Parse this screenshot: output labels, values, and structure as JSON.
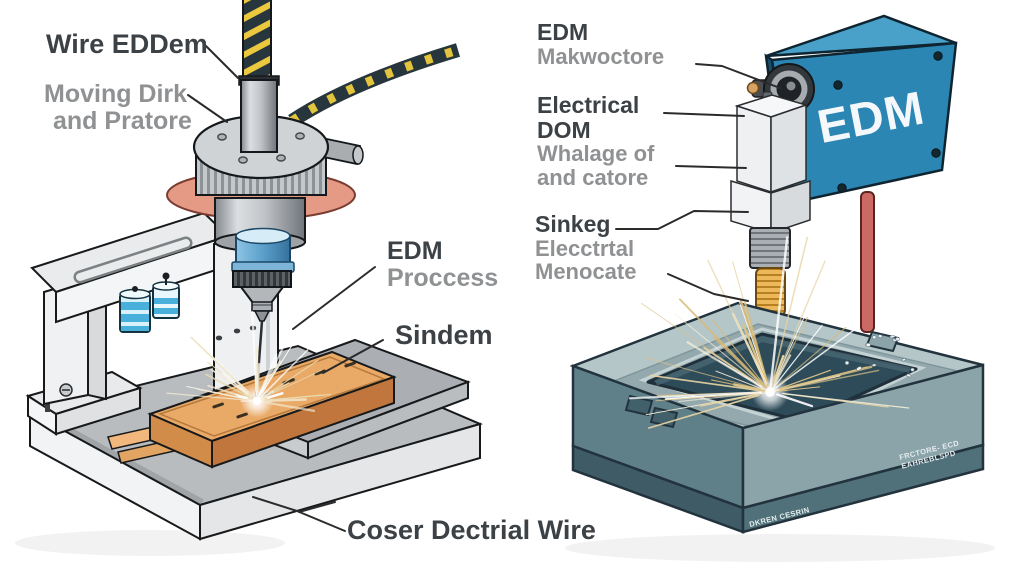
{
  "left": {
    "label_wire": "Wire EDDem",
    "label_moving_1": "Moving Dirk",
    "label_moving_2": "and Pratore",
    "label_process_title": "EDM",
    "label_process_sub": "Proccess",
    "label_sindem": "Sindem",
    "label_bottom": "Coser Dectrial Wire"
  },
  "right": {
    "label_machine_title": "EDM",
    "label_machine_sub": "Makwoctore",
    "label_electrical_1": "Electrical",
    "label_electrical_2": "DOM",
    "label_electrical_sub1": "Whalage of",
    "label_electrical_sub2": "and catore",
    "label_sinker_title": "Sinkeg",
    "label_sinker_sub1": "Elecctrtal",
    "label_sinker_sub2": "Menocate",
    "box_text": "EDM",
    "tank_side_text_1": "FRCTORE- ECD",
    "tank_side_text_2": "EAHREBLSPD",
    "tank_front_text": "DKREN CESRIN"
  },
  "colors": {
    "label_dark": "#3c4146",
    "label_gray": "#8f9193",
    "box_blue": "#2b86b4",
    "tank_teal": "#8aa4aa",
    "workpiece_orange": "#e9a967",
    "spark_gold": "#e7d4a2",
    "accent_red": "#cb6a64",
    "collar_blue": "#5fa8d0",
    "gasket_salmon": "#e59a86"
  }
}
